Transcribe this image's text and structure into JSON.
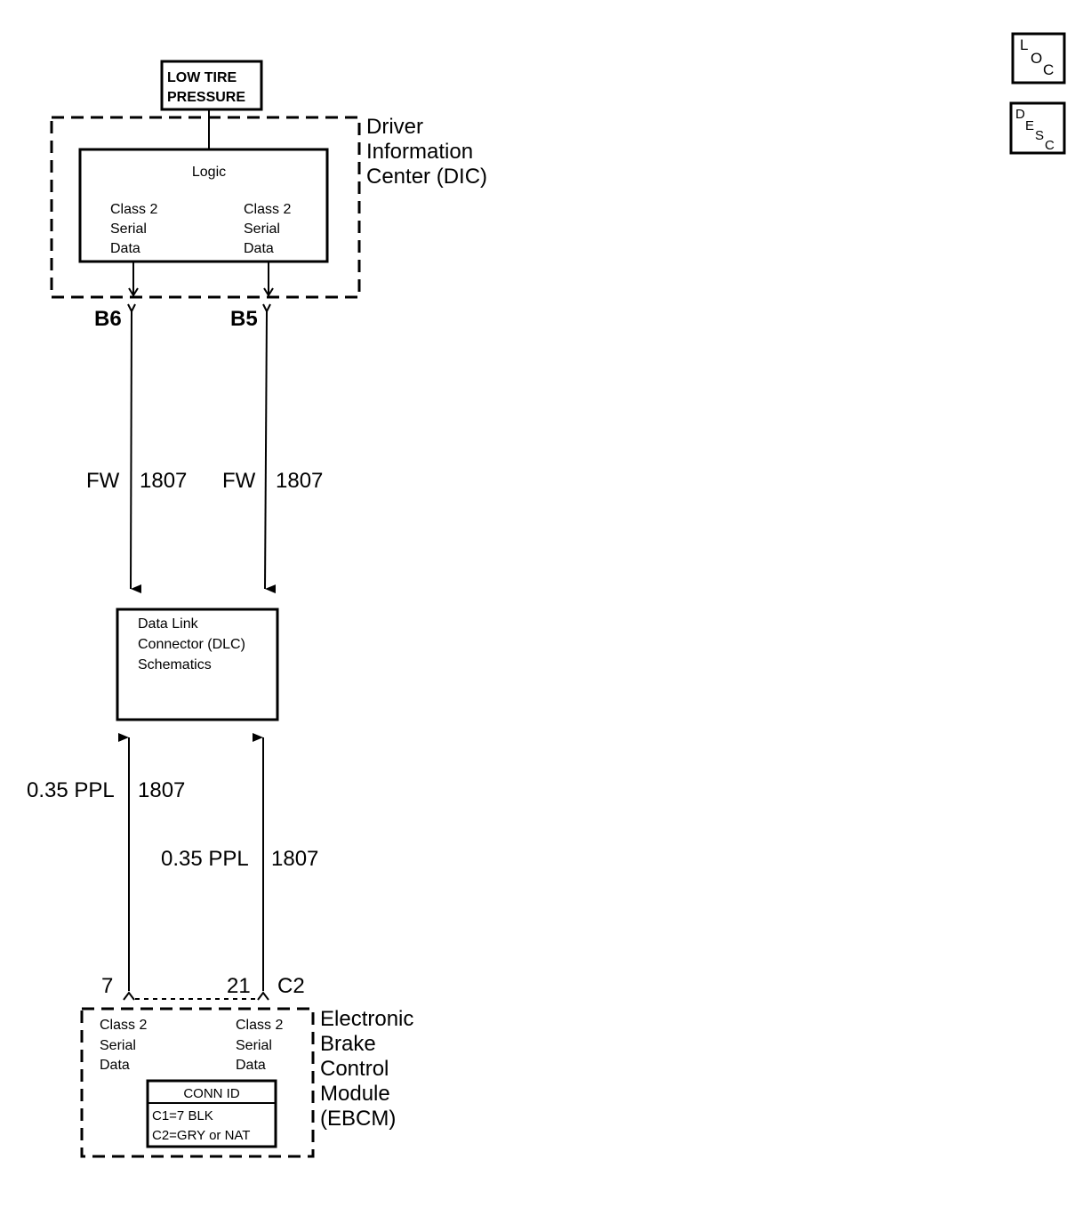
{
  "indicator": {
    "line1": "LOW TIRE",
    "line2": "PRESSURE"
  },
  "dic": {
    "name": [
      "Driver",
      "Information",
      "Center (DIC)"
    ],
    "logic": "Logic",
    "left_port": [
      "Class 2",
      "Serial",
      "Data"
    ],
    "right_port": [
      "Class 2",
      "Serial",
      "Data"
    ],
    "pin_left": "B6",
    "pin_right": "B5"
  },
  "wires_upper": [
    {
      "color": "FW",
      "circuit": "1807"
    },
    {
      "color": "FW",
      "circuit": "1807"
    }
  ],
  "dlc": {
    "lines": [
      "Data Link",
      "Connector (DLC)",
      "Schematics"
    ]
  },
  "wires_lower": [
    {
      "color": "0.35 PPL",
      "circuit": "1807"
    },
    {
      "color": "0.35 PPL",
      "circuit": "1807"
    }
  ],
  "ebcm": {
    "name": [
      "Electronic",
      "Brake",
      "Control",
      "Module",
      "(EBCM)"
    ],
    "pin_left": "7",
    "pin_right": "21",
    "connector": "C2",
    "left_port": [
      "Class 2",
      "Serial",
      "Data"
    ],
    "right_port": [
      "Class 2",
      "Serial",
      "Data"
    ],
    "conn_id": {
      "title": "CONN ID",
      "rows": [
        "C1=7 BLK",
        "C2=GRY or NAT"
      ]
    }
  },
  "nav": {
    "loc": [
      "L",
      "O",
      "C"
    ],
    "desc": [
      "D",
      "E",
      "S",
      "C"
    ]
  }
}
